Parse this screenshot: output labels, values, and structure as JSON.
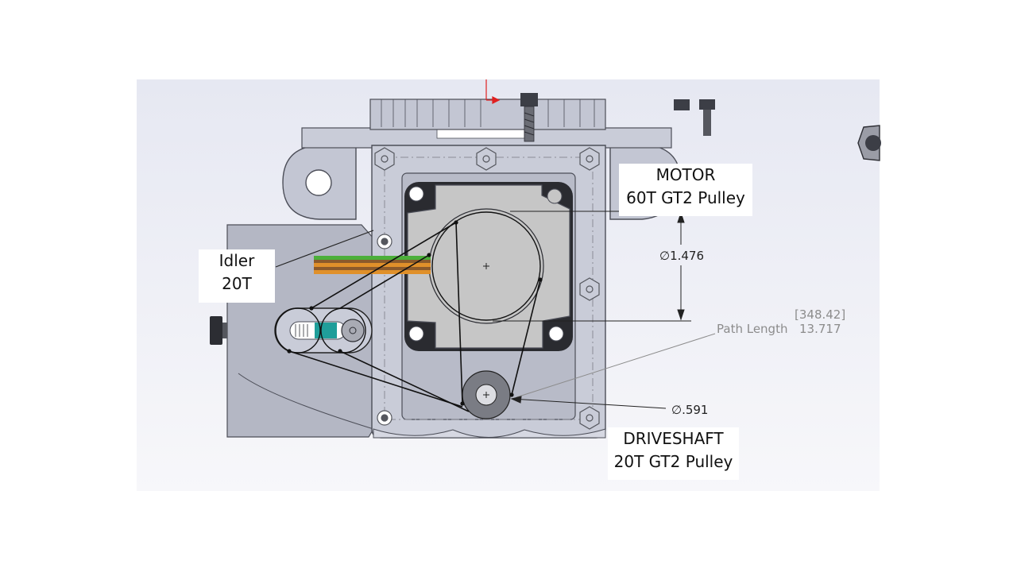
{
  "callouts": {
    "motor": {
      "line1": "MOTOR",
      "line2": "60T GT2 Pulley"
    },
    "idler": {
      "line1": "Idler",
      "line2": "20T"
    },
    "driveshaft": {
      "line1": "DRIVESHAFT",
      "line2": "20T GT2 Pulley"
    }
  },
  "dimensions": {
    "motor_pulley_diameter": "∅1.476",
    "driveshaft_pulley_diameter": "∅.591",
    "path_length_ref": "[348.42]",
    "path_length_label": "Path Length",
    "path_length_value": "13.717"
  },
  "colors": {
    "background": "#ffffff",
    "viewport": "#eceef6",
    "part_fill": "#c3c6d3",
    "part_stroke": "#4c4e58",
    "motor_face": "#c6c6c6",
    "belt": "#111111",
    "dimension_line": "#222222",
    "reference_text": "#8c8c8c",
    "wire_green": "#4caf3a",
    "wire_orange": "#e0902a",
    "wire_brown": "#8b5a2b",
    "slot_teal": "#1f9e9a",
    "origin_marker": "#e02020"
  },
  "icons": {
    "bolt": "hex-bolt-icon",
    "nut": "hex-nut-icon",
    "screw": "socket-screw-icon"
  }
}
